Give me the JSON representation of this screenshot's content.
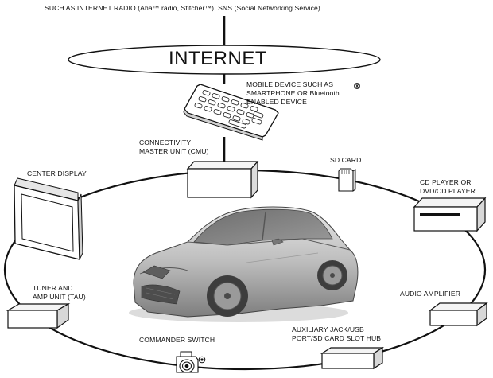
{
  "top_note": "SUCH AS INTERNET RADIO (Aha™ radio, Stitcher™), SNS (Social Networking Service)",
  "internet": "INTERNET",
  "mobile_device": {
    "line1": "MOBILE DEVICE SUCH AS",
    "line2": "SMARTPHONE OR Bluetooth",
    "line3": "ENABLED DEVICE"
  },
  "cmu": {
    "line1": "CONNECTIVITY",
    "line2": "MASTER UNIT (CMU)"
  },
  "sd_card": "SD CARD",
  "center_display": "CENTER DISPLAY",
  "cd_player": {
    "line1": "CD PLAYER OR",
    "line2": "DVD/CD PLAYER"
  },
  "tuner": {
    "line1": "TUNER AND",
    "line2": "AMP UNIT (TAU)"
  },
  "audio_amplifier": "AUDIO AMPLIFIER",
  "commander_switch": "COMMANDER SWITCH",
  "aux_hub": {
    "line1": "AUXILIARY JACK/USB",
    "line2": "PORT/SD CARD SLOT HUB"
  }
}
